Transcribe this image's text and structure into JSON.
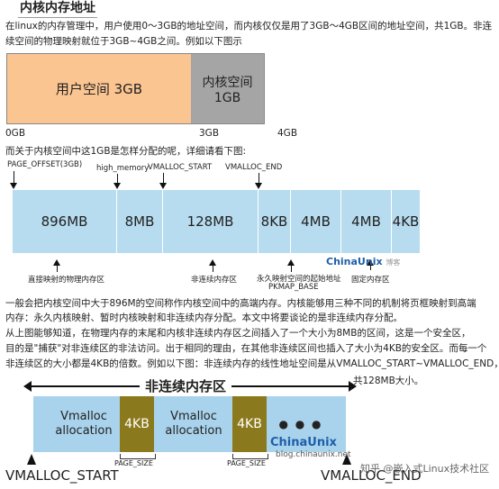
{
  "title": "内核内存地址",
  "intro": [
    "在linux的内存管理中，用户使用0～3GB的地址空间，而内核仅仅是用了3GB～4GB区间的地址空间，共1GB。非连",
    "续空间的物理映射就位于3GB~4GB之间。例如以下图示"
  ],
  "diagram1": {
    "user_space": "用户空间 3GB",
    "kernel_space": [
      "内核空间",
      "1GB"
    ],
    "ticks": [
      "0GB",
      "3GB",
      "4GB"
    ],
    "colors": {
      "user": "#fbc592",
      "kernel": "#a5a5a5"
    }
  },
  "question": "而关于内核空间中这1GB是怎样分配的呢，详细请看下图:",
  "diagram2": {
    "top_labels": [
      "PAGE_OFFSET(3GB)",
      "high_memory",
      "VMALLOC_START",
      "VMALLOC_END"
    ],
    "segments": [
      "896MB",
      "8MB",
      "128MB",
      "8KB",
      "4MB",
      "4MB",
      "4KB"
    ],
    "bottom_labels": [
      "直接映射的物理内存区",
      "非连续内存区",
      "永久映射空间的起始地址",
      "PKMAP_BASE",
      "固定内存区"
    ],
    "watermark": "ChinaUnix",
    "watermark_sub": "博客",
    "color": "#b7dcef"
  },
  "para": [
    "一般会把内核空间中大于896M的空间称作内核空间中的高端内存。内核能够用三种不同的机制将页框映射到高端",
    "内存：永久内核映射、暂时内核映射和非连续内存分配。本文中将要谈论的是非连续内存分配。",
    "    从上图能够知道，在物理内存的末尾和内核非连续内存区之间插入了一个大小为8MB的区间，这是一个安全区，",
    "目的是\"捕获\"对非连续区的非法访问。出于相同的理由，在其他非连续区间也插入了大小为4KB的安全区。而每一个",
    "非连续区的大小都是4KB的倍数。例如以下图：非连续内存的线性地址空间是从VMALLOC_START~VMALLOC_END，"
  ],
  "para_end": "共128MB大小。",
  "diagram3": {
    "header": "非连续内存区",
    "cells": [
      "Vmalloc allocation",
      "4KB",
      "Vmalloc allocation",
      "4KB",
      "● ● ●"
    ],
    "page_size": [
      "PAGE_SIZE",
      "PAGE_SIZE"
    ],
    "left_label": "VMALLOC_START",
    "right_label": "VMALLOC_END",
    "watermark": "ChinaUnix",
    "watermark_sub": "blog.chinaunix.net",
    "credit": "知乎 @嵌入式Linux技术社区",
    "colors": {
      "blue": "#a9d3ec",
      "olive": "#8b7a1d"
    }
  }
}
